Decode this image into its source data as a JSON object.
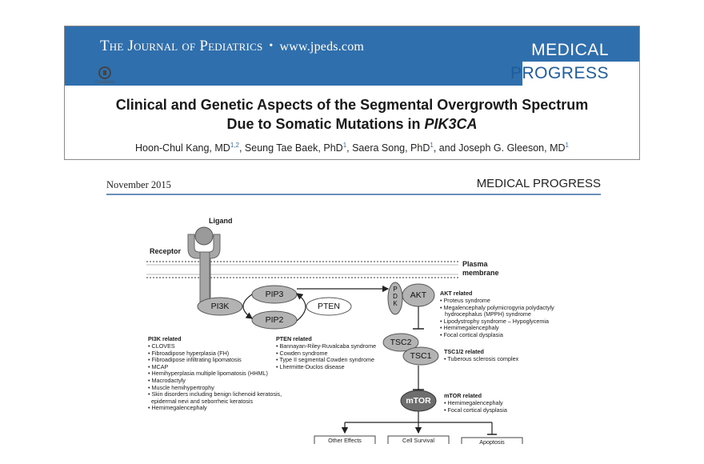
{
  "header": {
    "journal_name": "The Journal of Pediatrics",
    "separator": "•",
    "journal_url": "www.jpeds.com",
    "category_line1": "MEDICAL",
    "category_line2": "PROGRESS",
    "crossmark_label": "CrossMark",
    "title_line1": "Clinical and Genetic Aspects of the Segmental Overgrowth Spectrum",
    "title_line2_prefix": "Due to Somatic Mutations in ",
    "title_line2_gene": "PIK3CA",
    "authors": [
      {
        "name": "Hoon-Chul Kang, MD",
        "sup": "1,2"
      },
      {
        "name": "Seung Tae Baek, PhD",
        "sup": "1"
      },
      {
        "name": "Saera Song, PhD",
        "sup": "1"
      },
      {
        "name": "Joseph G. Gleeson, MD",
        "sup": "1"
      }
    ],
    "author_sep": ", ",
    "author_and": ", and "
  },
  "running_head": {
    "date": "November 2015",
    "section": "MEDICAL PROGRESS"
  },
  "figure": {
    "ligand": "Ligand",
    "receptor": "Receptor",
    "membrane_line1": "Plasma",
    "membrane_line2": "membrane",
    "nodes": {
      "pi3k": "PI3K",
      "pip3": "PIP3",
      "pip2": "PIP2",
      "pten": "PTEN",
      "pdk": "PDK",
      "akt": "AKT",
      "tsc2": "TSC2",
      "tsc1": "TSC1",
      "mtor": "mTOR"
    },
    "groups": {
      "pi3k": {
        "title": "PI3K related",
        "items": [
          "CLOVES",
          "Fibroadipose hyperplasia (FH)",
          "Fibroadipose infiltrating lipomatosis",
          "MCAP",
          "Hemihyperplasia multiple lipomatosis (HHML)",
          "Macrodactyly",
          "Muscle hemihypertrophy",
          "Skin disorders including benign lichenoid keratosis,",
          "epidermal nevi and seborrheic keratosis",
          "Hemimegalencephaly"
        ]
      },
      "pten": {
        "title": "PTEN related",
        "items": [
          "Bannayan-Riley-Ruvalcaba syndrome",
          "Cowden syndrome",
          "Type II segmental Cowden syndrome",
          "Lhermitte-Duclos disease"
        ]
      },
      "akt": {
        "title": "AKT related",
        "items": [
          "Proteus syndrome",
          "Megalencephaly polymicrogyria polydactyly",
          "hydrocephalus (MPPH) syndrome",
          "Lipodystrophy syndrome – Hypoglycemia",
          "Hemimegalencephaly",
          "Focal cortical dysplasia"
        ]
      },
      "tsc": {
        "title": "TSC1/2 related",
        "items": [
          "Tuberous sclerosis complex"
        ]
      },
      "mtor": {
        "title": "mTOR related",
        "items": [
          "Hemimegalencephaly",
          "Focal cortical dysplasia"
        ]
      }
    },
    "outputs": [
      "Other Effects",
      "Cell Survival",
      "Apoptosis"
    ]
  },
  "colors": {
    "brand_blue": "#2f6fae",
    "rule_blue": "#6b8fb8",
    "node_gray": "#b3b3b3"
  }
}
